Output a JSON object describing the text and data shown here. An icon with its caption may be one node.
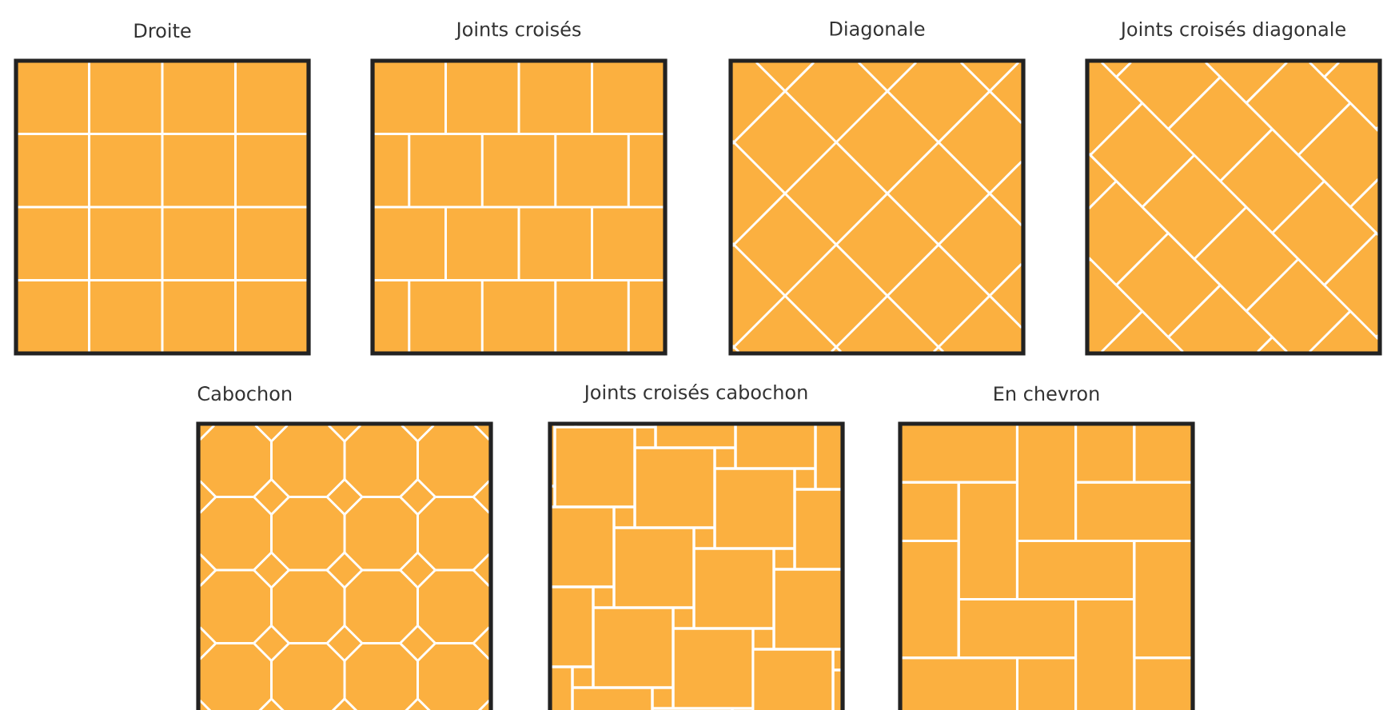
{
  "diagram": {
    "nodes": [
      {
        "text": [
          "Droite"
        ]
      },
      {
        "text": [
          "Joints croisés"
        ]
      },
      {
        "text": [
          "Diagonale"
        ]
      },
      {
        "text": [
          "Joints croisés diagonale"
        ]
      },
      {
        "text": [
          "Cabochon"
        ]
      },
      {
        "text": [
          "Joints croisés cabochon"
        ]
      },
      {
        "text": [
          "En chevron"
        ]
      }
    ]
  }
}
